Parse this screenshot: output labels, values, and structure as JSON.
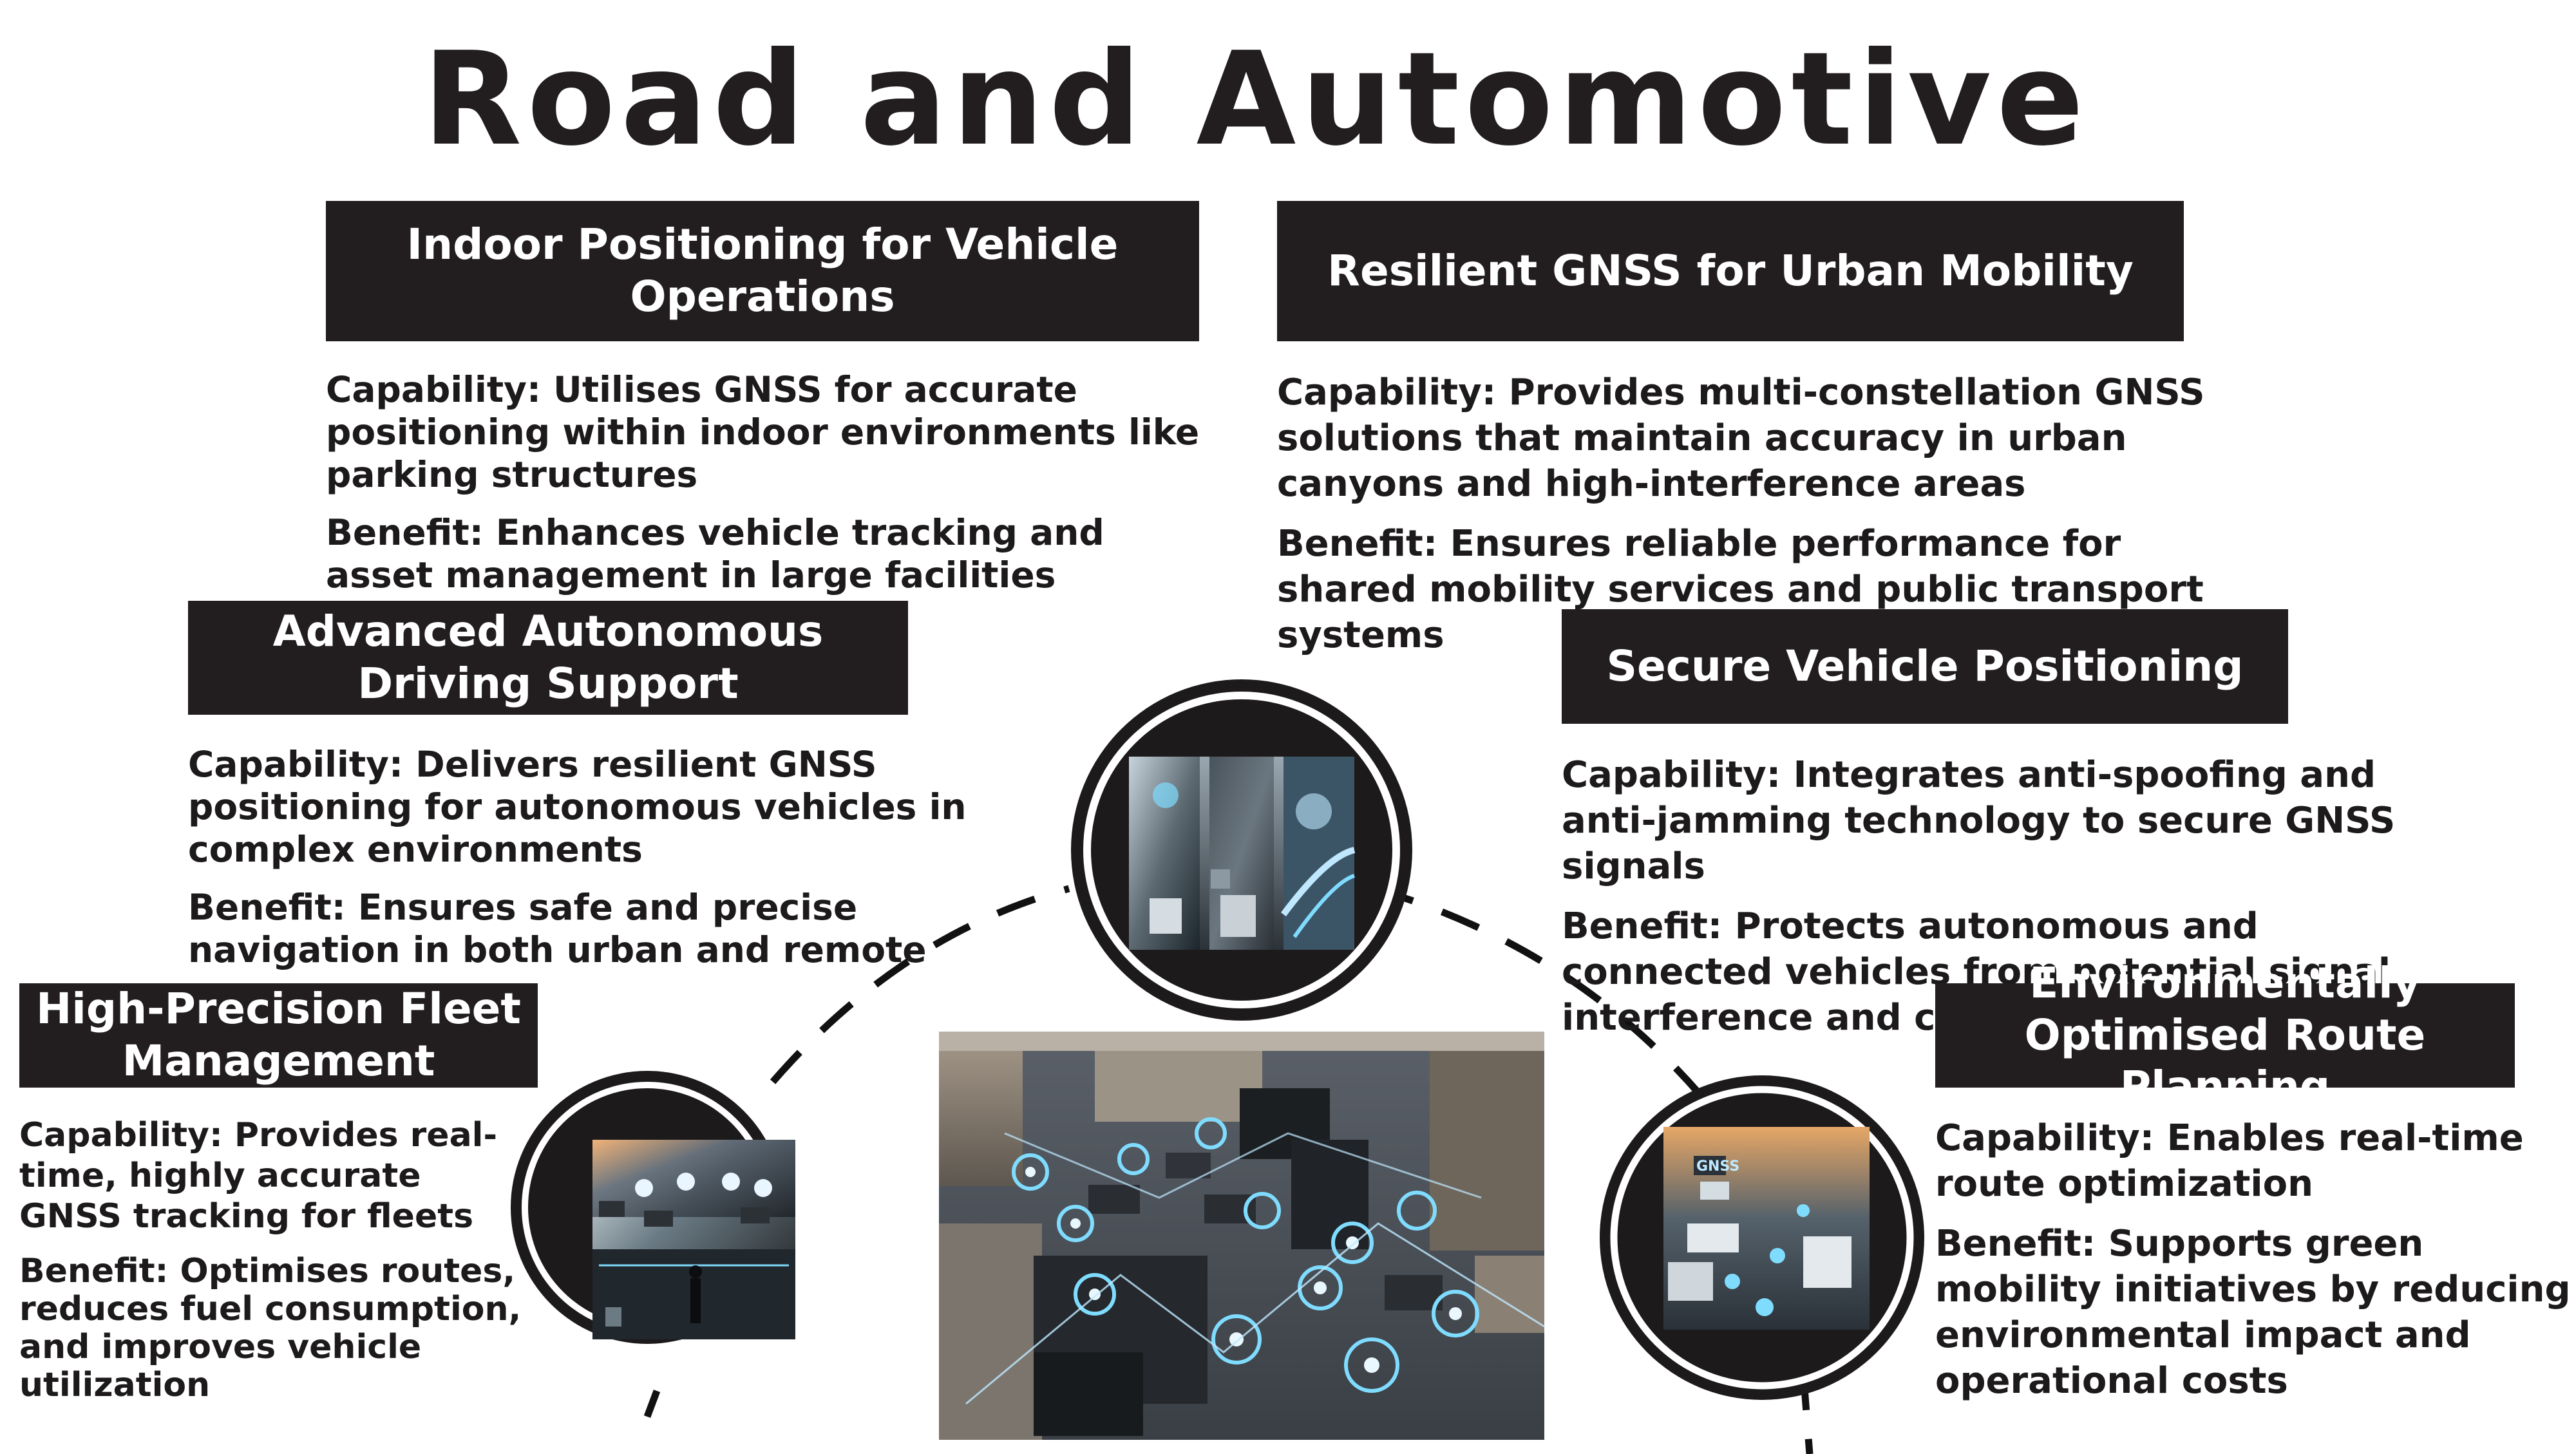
{
  "title": "Road and Automotive",
  "sections": {
    "indoor": {
      "heading": "Indoor Positioning for Vehicle Operations",
      "capability": "Capability: Utilises GNSS for accurate positioning within indoor environments like parking structures",
      "benefit": "Benefit: Enhances vehicle tracking and asset management in large facilities"
    },
    "resilient": {
      "heading": "Resilient GNSS for Urban Mobility",
      "capability": "Capability: Provides multi-constellation GNSS solutions that maintain accuracy in urban canyons and high-interference areas",
      "benefit": "Benefit: Ensures reliable performance for shared mobility services and public transport systems"
    },
    "autonomous": {
      "heading": "Advanced Autonomous Driving Support",
      "capability": "Capability: Delivers resilient GNSS positioning for autonomous vehicles in complex environments",
      "benefit": "Benefit: Ensures safe and precise navigation in both urban and remote areas"
    },
    "secure": {
      "heading": "Secure Vehicle Positioning",
      "capability": "Capability: Integrates anti-spoofing and anti-jamming technology to secure GNSS signals",
      "benefit": "Benefit: Protects autonomous and connected vehicles from potential signal interference and cyber-attacks"
    },
    "fleet": {
      "heading": "High-Precision Fleet Management",
      "capability": "Capability: Provides real-time, highly accurate GNSS tracking for fleets",
      "benefit": "Benefit: Optimises routes, reduces fuel consumption, and improves vehicle utilization"
    },
    "route": {
      "heading": "Environmentally Optimised Route Planning",
      "capability": "Capability: Enables real-time route optimization",
      "benefit": "Benefit: Supports green mobility initiatives by reducing environmental impact and operational costs"
    }
  },
  "image_labels": {
    "gnss_sign": "GNSS"
  },
  "colors": {
    "box": "#221e1f",
    "text": "#1d1a1b",
    "accent": "#7fdcff"
  }
}
